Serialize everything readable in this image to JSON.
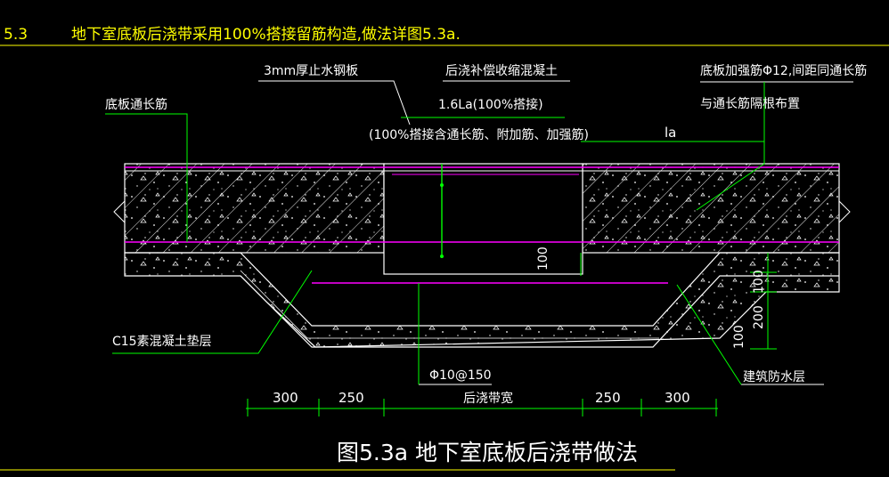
{
  "header": {
    "number": "5.3",
    "text": "地下室底板后浇带采用100%搭接留筋构造,做法详图5.3a."
  },
  "labels": {
    "waterstop": "3mm厚止水钢板",
    "postcast_concrete": "后浇补偿收缩混凝土",
    "lap_length": "1.6La(100%搭接)",
    "lap_note": "(100%搭接含通长筋、附加筋、加强筋)",
    "bottom_rebar": "底板通长筋",
    "reinforcing_bar": "底板加强筋Φ12,间距同通长筋",
    "reinforcing_bar_line2": "与通长筋隔根布置",
    "la": "la",
    "c15_cushion": "C15素混凝土垫层",
    "waterproof": "建筑防水层",
    "stirrup": "Φ10@150"
  },
  "dims_vertical": [
    "100",
    "100",
    "200",
    "100"
  ],
  "dims_bottom": [
    "300",
    "250",
    "后浇带宽",
    "250",
    "300"
  ],
  "figure_title": "图5.3a 地下室底板后浇带做法",
  "colors": {
    "yellow": "#ffff00",
    "green": "#00ff00",
    "magenta": "#ff00ff",
    "white": "#ffffff"
  }
}
